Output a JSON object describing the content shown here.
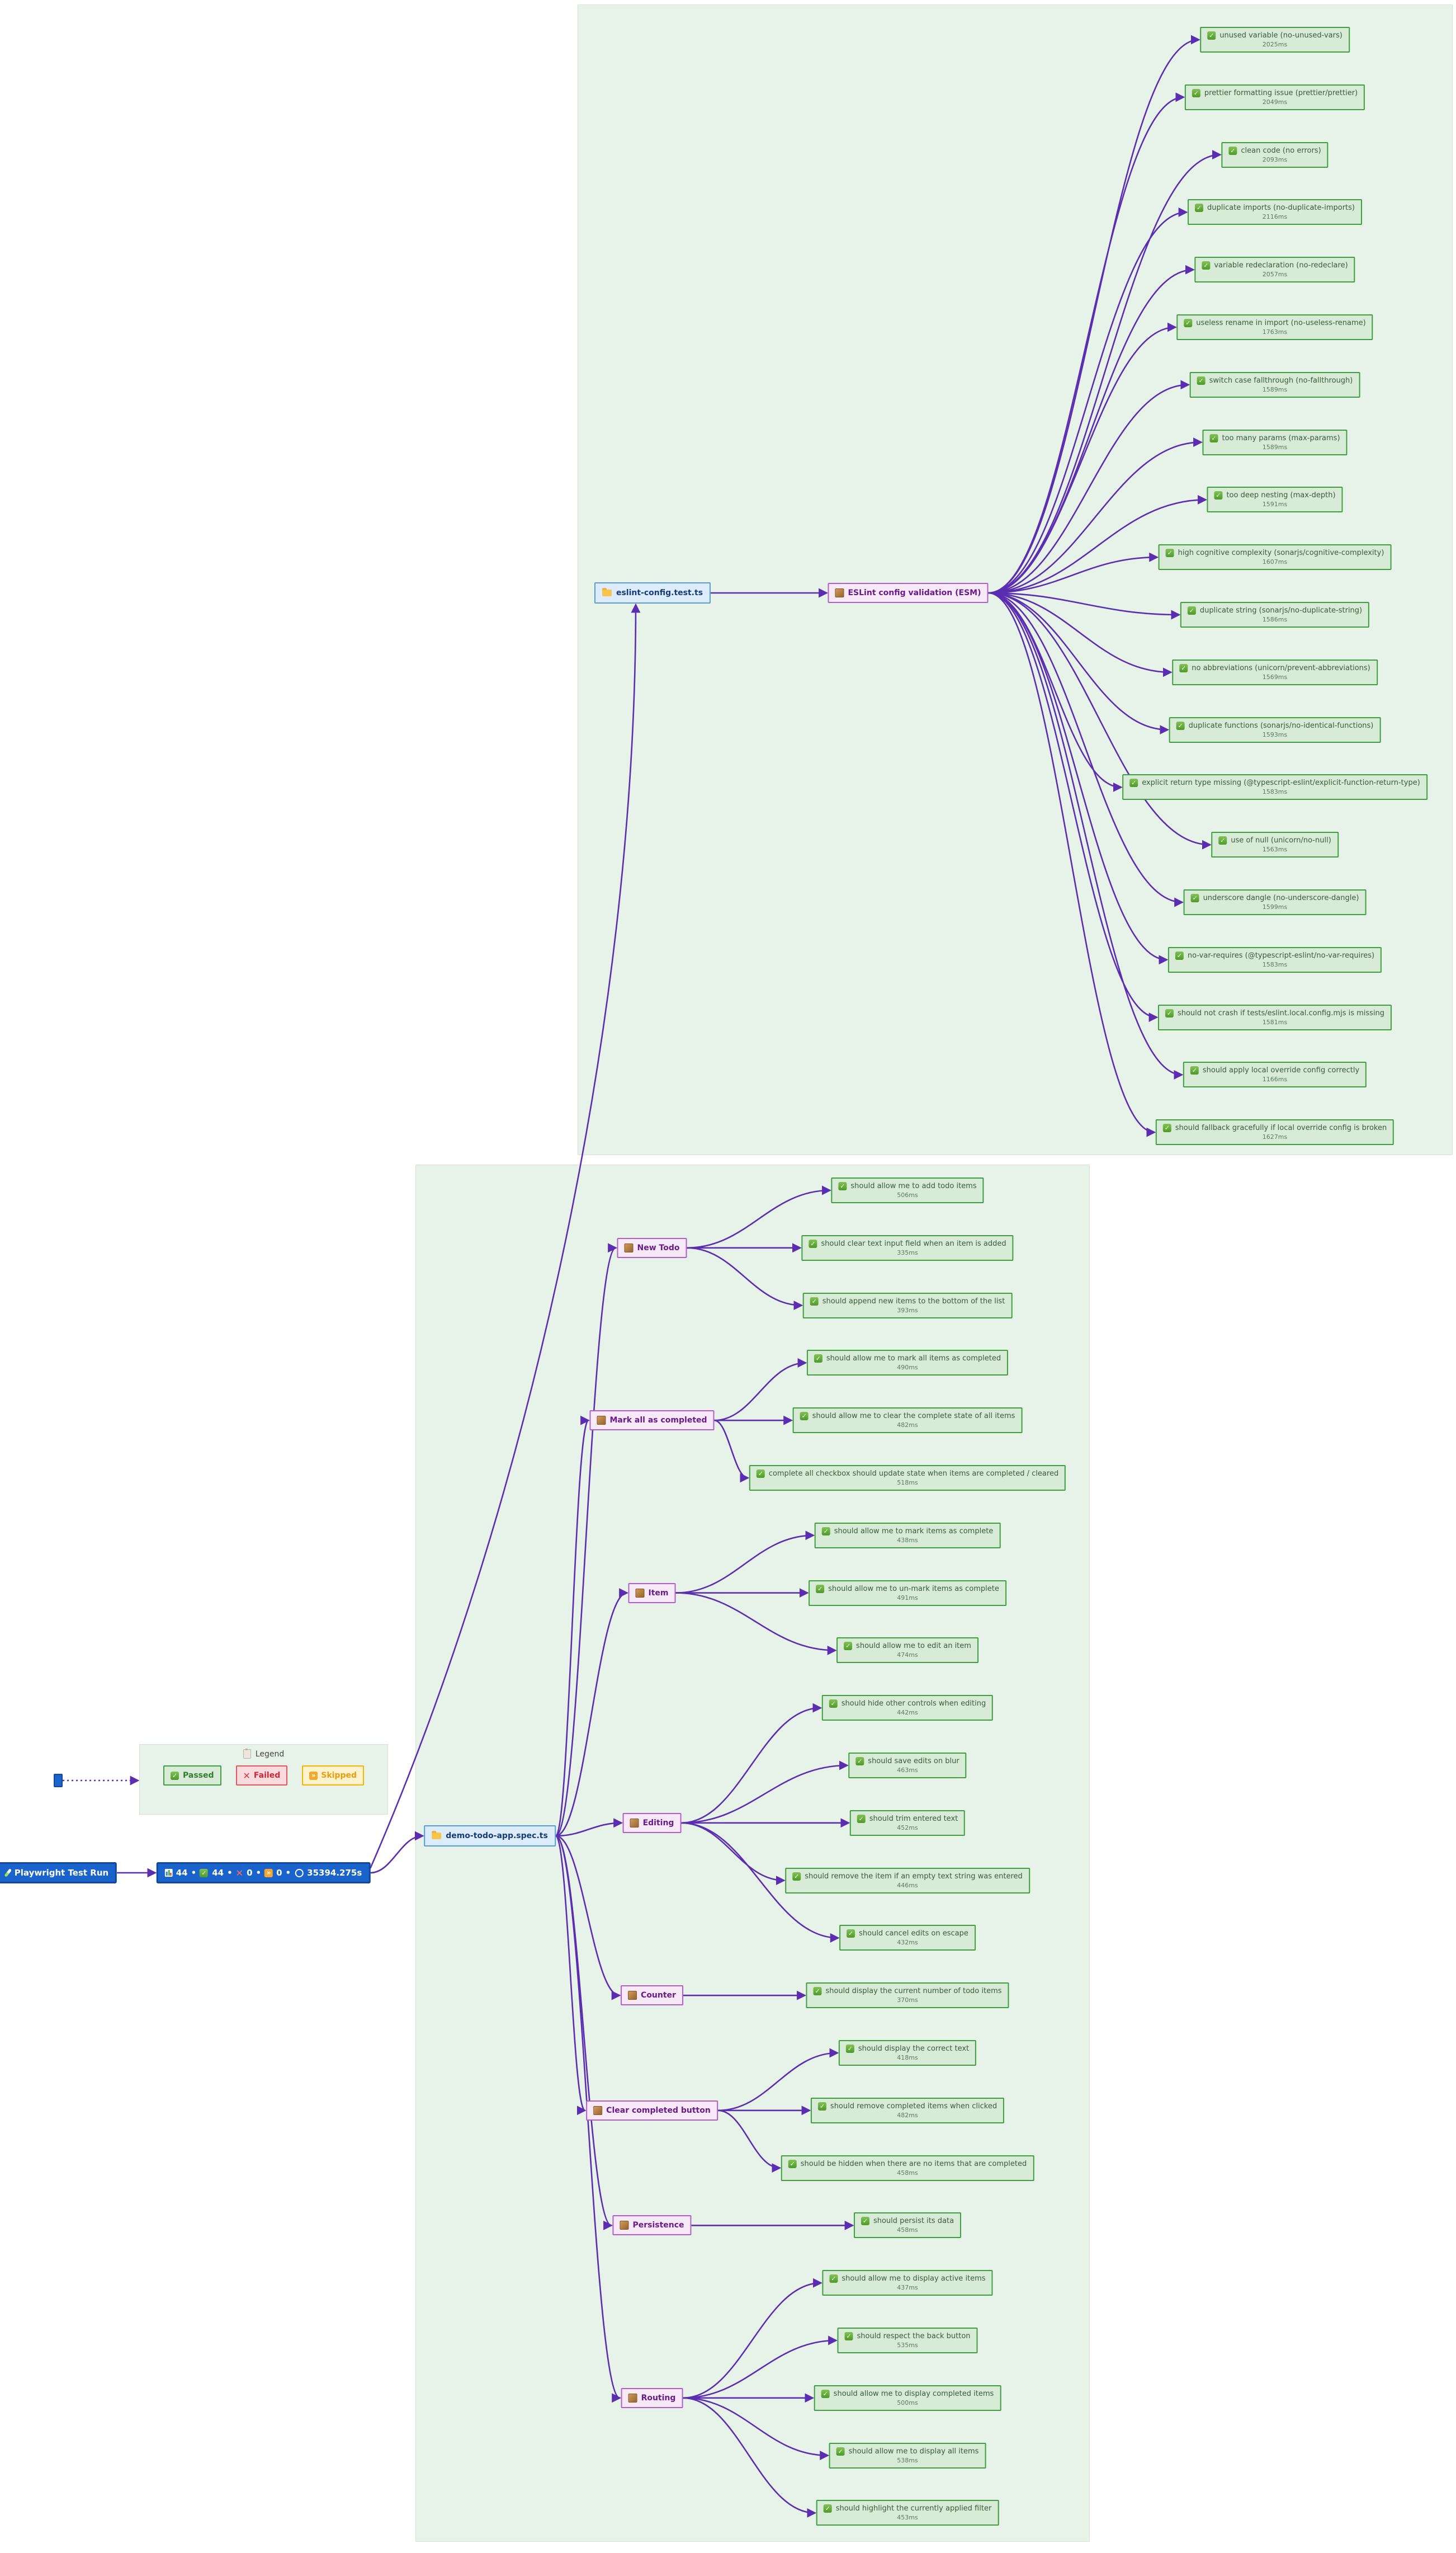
{
  "root": {
    "label": "Playwright Test Run"
  },
  "stats": {
    "total": "44",
    "passed": "44",
    "failed": "0",
    "skipped": "0",
    "duration": "35394.275s"
  },
  "legend": {
    "title": "Legend",
    "items": [
      {
        "label": "Passed",
        "status": "passed"
      },
      {
        "label": "Failed",
        "status": "failed"
      },
      {
        "label": "Skipped",
        "status": "skipped"
      }
    ]
  },
  "colors": {
    "edge": "#5b2db0",
    "node_blue": "#1a63cc",
    "test_green_bg": "#d7ebd7",
    "test_green_border": "#3f9e3f",
    "suite_purple_bg": "#f8e9f9",
    "suite_purple_border": "#b05fc9",
    "file_blue_bg": "#dcecfb",
    "panel_bg": "#e7f3e9"
  },
  "files": [
    {
      "name": "eslint-config.test.ts",
      "suites": [
        {
          "name": "ESLint config validation (ESM)",
          "tests": [
            {
              "name": "unused variable (no-unused-vars)",
              "duration": "2025ms"
            },
            {
              "name": "prettier formatting issue (prettier/prettier)",
              "duration": "2049ms"
            },
            {
              "name": "clean code (no errors)",
              "duration": "2093ms"
            },
            {
              "name": "duplicate imports (no-duplicate-imports)",
              "duration": "2116ms"
            },
            {
              "name": "variable redeclaration (no-redeclare)",
              "duration": "2057ms"
            },
            {
              "name": "useless rename in import (no-useless-rename)",
              "duration": "1763ms"
            },
            {
              "name": "switch case fallthrough (no-fallthrough)",
              "duration": "1589ms"
            },
            {
              "name": "too many params (max-params)",
              "duration": "1589ms"
            },
            {
              "name": "too deep nesting (max-depth)",
              "duration": "1591ms"
            },
            {
              "name": "high cognitive complexity (sonarjs/cognitive-complexity)",
              "duration": "1607ms"
            },
            {
              "name": "duplicate string (sonarjs/no-duplicate-string)",
              "duration": "1586ms"
            },
            {
              "name": "no abbreviations (unicorn/prevent-abbreviations)",
              "duration": "1569ms"
            },
            {
              "name": "duplicate functions (sonarjs/no-identical-functions)",
              "duration": "1593ms"
            },
            {
              "name": "explicit return type missing (@typescript-eslint/explicit-function-return-type)",
              "duration": "1583ms"
            },
            {
              "name": "use of null (unicorn/no-null)",
              "duration": "1563ms"
            },
            {
              "name": "underscore dangle (no-underscore-dangle)",
              "duration": "1599ms"
            },
            {
              "name": "no-var-requires (@typescript-eslint/no-var-requires)",
              "duration": "1583ms"
            },
            {
              "name": "should not crash if tests/eslint.local.config.mjs is missing",
              "duration": "1581ms"
            },
            {
              "name": "should apply local override config correctly",
              "duration": "1166ms"
            },
            {
              "name": "should fallback gracefully if local override config is broken",
              "duration": "1627ms"
            }
          ]
        }
      ]
    },
    {
      "name": "demo-todo-app.spec.ts",
      "suites": [
        {
          "name": "New Todo",
          "tests": [
            {
              "name": "should allow me to add todo items",
              "duration": "506ms"
            },
            {
              "name": "should clear text input field when an item is added",
              "duration": "335ms"
            },
            {
              "name": "should append new items to the bottom of the list",
              "duration": "393ms"
            }
          ]
        },
        {
          "name": "Mark all as completed",
          "tests": [
            {
              "name": "should allow me to mark all items as completed",
              "duration": "490ms"
            },
            {
              "name": "should allow me to clear the complete state of all items",
              "duration": "482ms"
            },
            {
              "name": "complete all checkbox should update state when items are completed / cleared",
              "duration": "518ms"
            }
          ]
        },
        {
          "name": "Item",
          "tests": [
            {
              "name": "should allow me to mark items as complete",
              "duration": "438ms"
            },
            {
              "name": "should allow me to un-mark items as complete",
              "duration": "491ms"
            },
            {
              "name": "should allow me to edit an item",
              "duration": "474ms"
            }
          ]
        },
        {
          "name": "Editing",
          "tests": [
            {
              "name": "should hide other controls when editing",
              "duration": "442ms"
            },
            {
              "name": "should save edits on blur",
              "duration": "463ms"
            },
            {
              "name": "should trim entered text",
              "duration": "452ms"
            },
            {
              "name": "should remove the item if an empty text string was entered",
              "duration": "446ms"
            },
            {
              "name": "should cancel edits on escape",
              "duration": "432ms"
            }
          ]
        },
        {
          "name": "Counter",
          "tests": [
            {
              "name": "should display the current number of todo items",
              "duration": "370ms"
            }
          ]
        },
        {
          "name": "Clear completed button",
          "tests": [
            {
              "name": "should display the correct text",
              "duration": "418ms"
            },
            {
              "name": "should remove completed items when clicked",
              "duration": "482ms"
            },
            {
              "name": "should be hidden when there are no items that are completed",
              "duration": "458ms"
            }
          ]
        },
        {
          "name": "Persistence",
          "tests": [
            {
              "name": "should persist its data",
              "duration": "458ms"
            }
          ]
        },
        {
          "name": "Routing",
          "tests": [
            {
              "name": "should allow me to display active items",
              "duration": "437ms"
            },
            {
              "name": "should respect the back button",
              "duration": "535ms"
            },
            {
              "name": "should allow me to display completed items",
              "duration": "500ms"
            },
            {
              "name": "should allow me to display all items",
              "duration": "538ms"
            },
            {
              "name": "should highlight the currently applied filter",
              "duration": "453ms"
            }
          ]
        }
      ]
    }
  ]
}
